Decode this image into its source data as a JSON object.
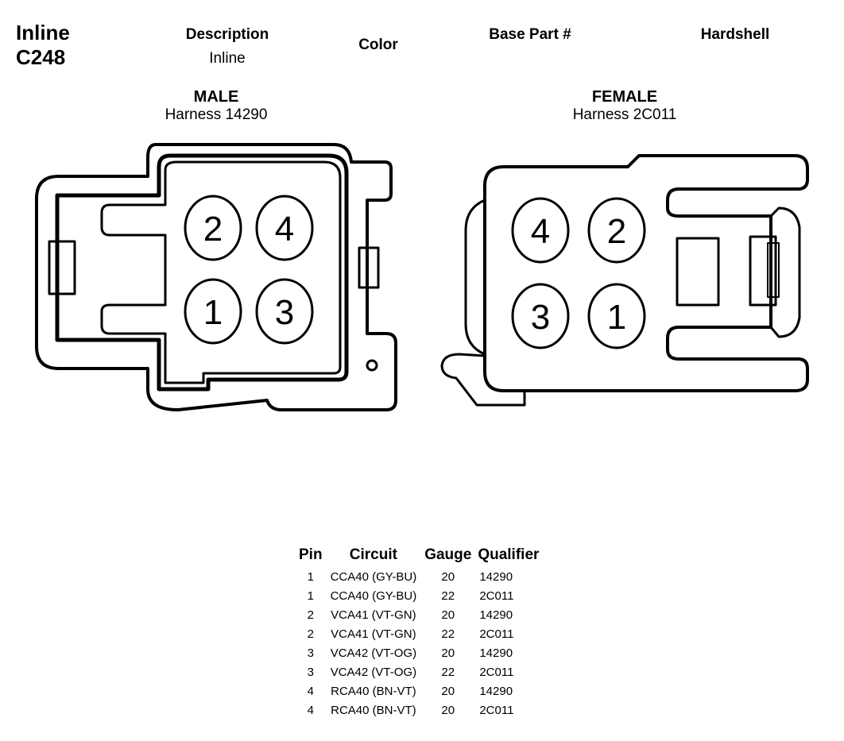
{
  "connector": {
    "line1": "Inline",
    "line2": "C248"
  },
  "header": {
    "description_label": "Description",
    "description_value": "Inline",
    "color_label": "Color",
    "base_part_label": "Base Part #",
    "hardshell_label": "Hardshell"
  },
  "male": {
    "label": "MALE",
    "harness": "Harness 14290",
    "pins": [
      "2",
      "4",
      "1",
      "3"
    ]
  },
  "female": {
    "label": "FEMALE",
    "harness": "Harness 2C011",
    "pins": [
      "4",
      "2",
      "3",
      "1"
    ]
  },
  "table": {
    "headers": [
      "Pin",
      "Circuit",
      "Gauge",
      "Qualifier"
    ],
    "rows": [
      [
        "1",
        "CCA40 (GY-BU)",
        "20",
        "14290"
      ],
      [
        "1",
        "CCA40 (GY-BU)",
        "22",
        "2C011"
      ],
      [
        "2",
        "VCA41 (VT-GN)",
        "20",
        "14290"
      ],
      [
        "2",
        "VCA41 (VT-GN)",
        "22",
        "2C011"
      ],
      [
        "3",
        "VCA42 (VT-OG)",
        "20",
        "14290"
      ],
      [
        "3",
        "VCA42 (VT-OG)",
        "22",
        "2C011"
      ],
      [
        "4",
        "RCA40 (BN-VT)",
        "20",
        "14290"
      ],
      [
        "4",
        "RCA40 (BN-VT)",
        "20",
        "2C011"
      ]
    ]
  }
}
